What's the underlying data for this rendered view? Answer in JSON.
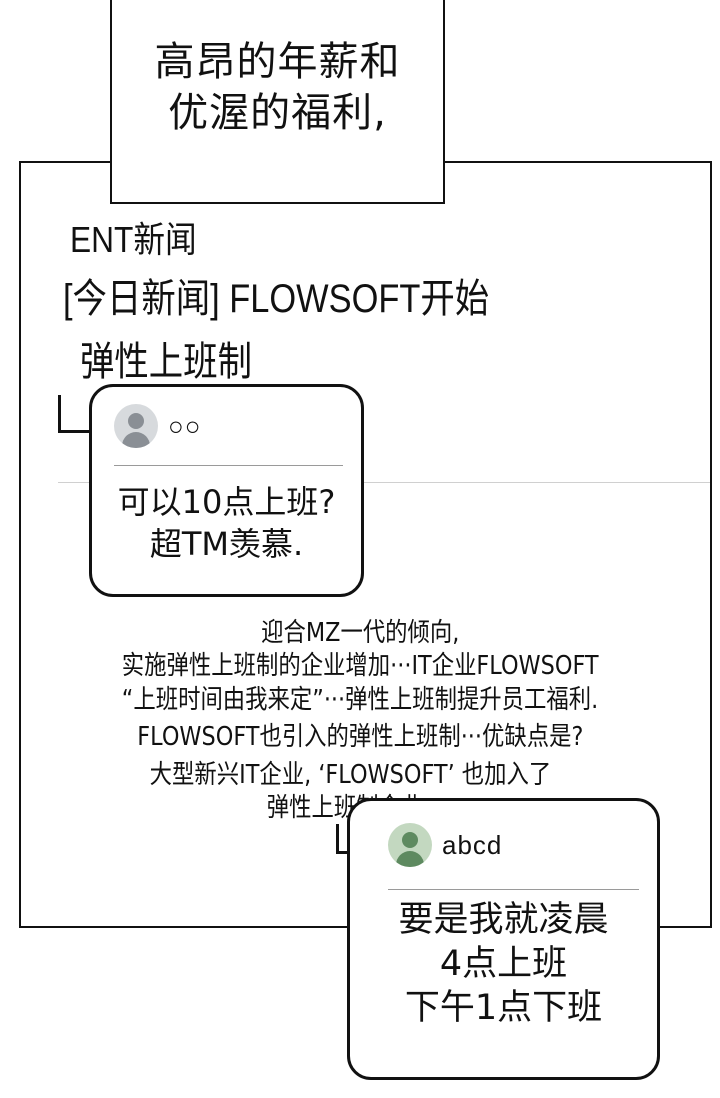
{
  "caption": {
    "lines": [
      "高昂的年薪和",
      "优渥的福利,"
    ]
  },
  "news": {
    "source": "ENT新闻",
    "headline_lines": [
      "[今日新闻] FLOWSOFT开始",
      "弹性上班制"
    ],
    "article_lines": [
      "迎合MZ一代的倾向,",
      "实施弹性上班制的企业增加···IT企业FLOWSOFT",
      "“上班时间由我来定”···弹性上班制提升员工福利.",
      "FLOWSOFT也引入的弹性上班制···优缺点是?",
      "大型新兴IT企业, ‘FLOWSOFT’ 也加入了",
      "弹性上班制企业"
    ]
  },
  "comments": [
    {
      "user": "○○",
      "avatar_color": "#8a8f95",
      "avatar_bg": "#d7dadd",
      "text_lines": [
        "可以10点上班?",
        "超TM羡慕."
      ]
    },
    {
      "user": "abcd",
      "avatar_color": "#5e8a60",
      "avatar_bg": "#c3d8c0",
      "text_lines": [
        "要是我就凌晨",
        "4点上班",
        "下午1点下班"
      ]
    }
  ],
  "colors": {
    "ink": "#111111",
    "paper": "#ffffff"
  }
}
